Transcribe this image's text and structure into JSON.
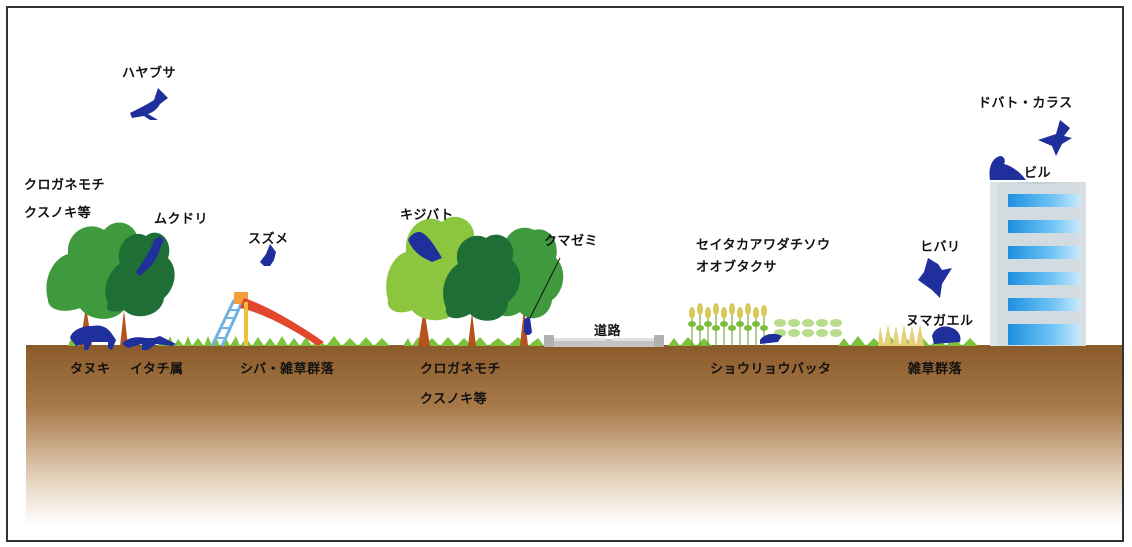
{
  "labels": {
    "hayabusa": "ハヤブサ",
    "dobato_karasu": "ドバト・カラス",
    "biru": "ビル",
    "kurogane_left_1": "クロガネモチ",
    "kurogane_left_2": "クスノキ等",
    "mukudori": "ムクドリ",
    "suzume": "スズメ",
    "kijibato": "キジバト",
    "kumazemi": "クマゼミ",
    "seitaka_1": "セイタカアワダチソウ",
    "seitaka_2": "オオブタクサ",
    "hibari": "ヒバリ",
    "numagaeru": "ヌマガエル",
    "douro": "道路",
    "tanuki": "タヌキ",
    "itachi": "イタチ属",
    "shiba": "シバ・雑草群落",
    "kurogane_center_1": "クロガネモチ",
    "kurogane_center_2": "クスノキ等",
    "shouryou": "ショウリョウバッタ",
    "zassou": "雑草群落"
  },
  "colors": {
    "animal": "#1f2f9c",
    "tree_dark": "#1f6e35",
    "tree_mid": "#3e9a3c",
    "tree_light": "#7dbf3a",
    "trunk": "#b4531f",
    "soil_top": "#8a5a2b",
    "soil_bottom": "#ffffff",
    "grass": "#78c23a",
    "building": "#c9d3d8",
    "window": "#1e9ee8",
    "road": "#b4b4b4"
  },
  "icons": [
    "falcon-icon",
    "crow-icon",
    "pigeon-icon",
    "starling-icon",
    "sparrow-icon",
    "turtle-dove-icon",
    "cicada-icon",
    "skylark-icon",
    "frog-icon",
    "grasshopper-icon",
    "raccoon-dog-icon",
    "weasel-icon",
    "slide-icon"
  ]
}
